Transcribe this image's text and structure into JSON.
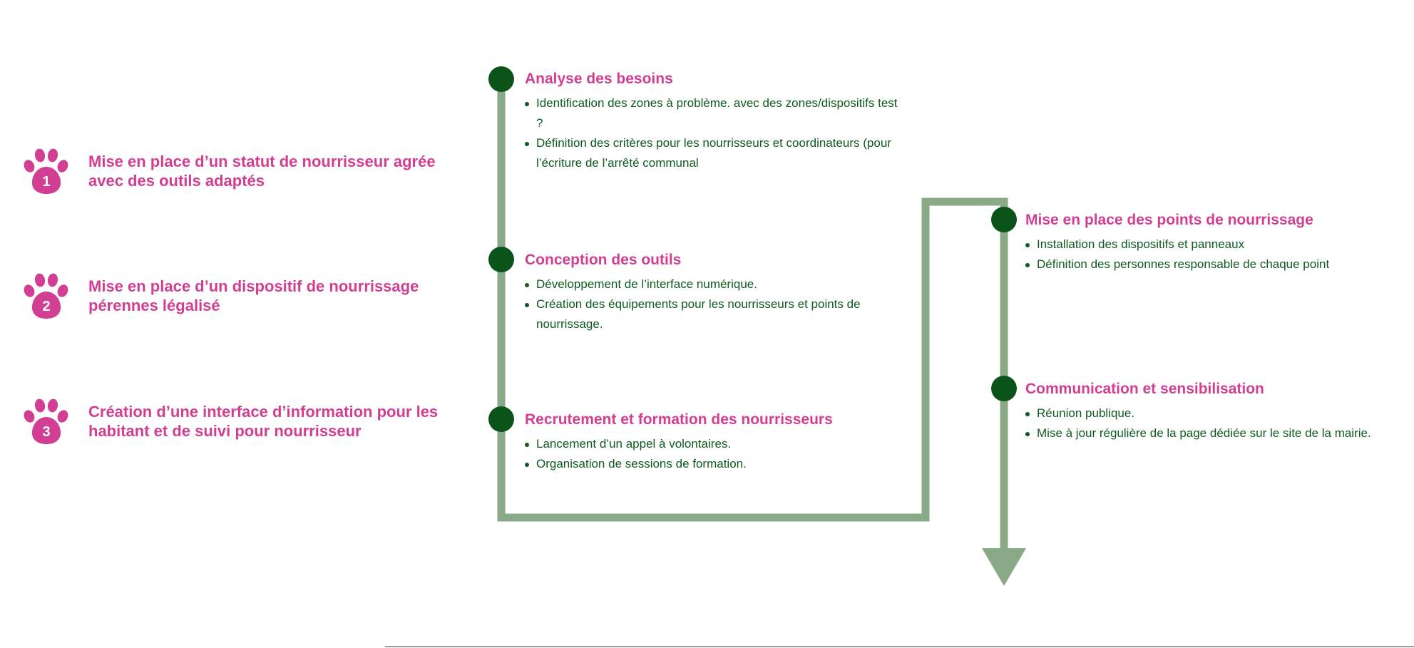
{
  "colors": {
    "accent_pink": "#d23f92",
    "text_green": "#0e5a1f",
    "node_green": "#0b5419",
    "path_green": "#8aaa87"
  },
  "objectives": [
    {
      "number": "1",
      "icon": "paw-print-icon",
      "line1": "Mise en place d’un statut de nourrisseur agrée",
      "line2": "avec des outils adaptés"
    },
    {
      "number": "2",
      "icon": "paw-print-icon",
      "line1": "Mise en place d’un dispositif de nourrissage",
      "line2": "pérennes légalisé"
    },
    {
      "number": "3",
      "icon": "paw-print-icon",
      "line1": "Création d’une interface d’information pour les",
      "line2": "habitant et de suivi pour nourrisseur"
    }
  ],
  "steps": [
    {
      "title": "Analyse des besoins",
      "bullets": [
        "Identification des zones à problème. avec des zones/dispositifs test ?",
        "Définition des critères pour les nourrisseurs et coordinateurs (pour l’écriture de l’arrêté communal"
      ]
    },
    {
      "title": "Conception des outils",
      "bullets": [
        "Développement de l’interface numérique.",
        "Création des équipements pour les nourrisseurs et points de nourrissage."
      ]
    },
    {
      "title": "Recrutement et formation des nourrisseurs",
      "bullets": [
        "Lancement d’un appel à volontaires.",
        "Organisation de sessions de formation."
      ]
    },
    {
      "title": "Mise en place des points de nourrissage",
      "bullets": [
        "Installation des dispositifs et panneaux",
        "Définition des personnes responsable de chaque point"
      ]
    },
    {
      "title": "Communication et sensibilisation",
      "bullets": [
        "Réunion publique.",
        "Mise à jour régulière de la page dédiée sur le site de la mairie."
      ]
    }
  ]
}
